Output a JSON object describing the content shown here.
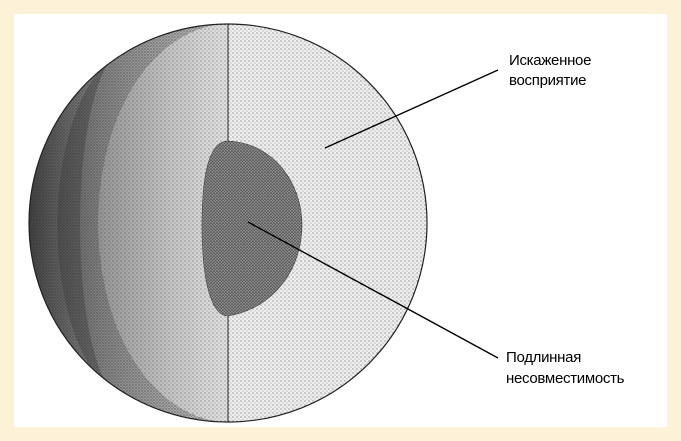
{
  "labels": {
    "distorted_line1": "Искаженное",
    "distorted_line2": "восприятие",
    "genuine_line1": "Подлинная",
    "genuine_line2": "несовместимость"
  },
  "colors": {
    "background": "#fdf1d8",
    "panel": "#ffffff",
    "outer_light": "#d9d9d9",
    "outer_mid": "#a8a8a8",
    "outer_dark": "#5a5a5a",
    "core": "#7a7a7a",
    "line": "#000000"
  }
}
